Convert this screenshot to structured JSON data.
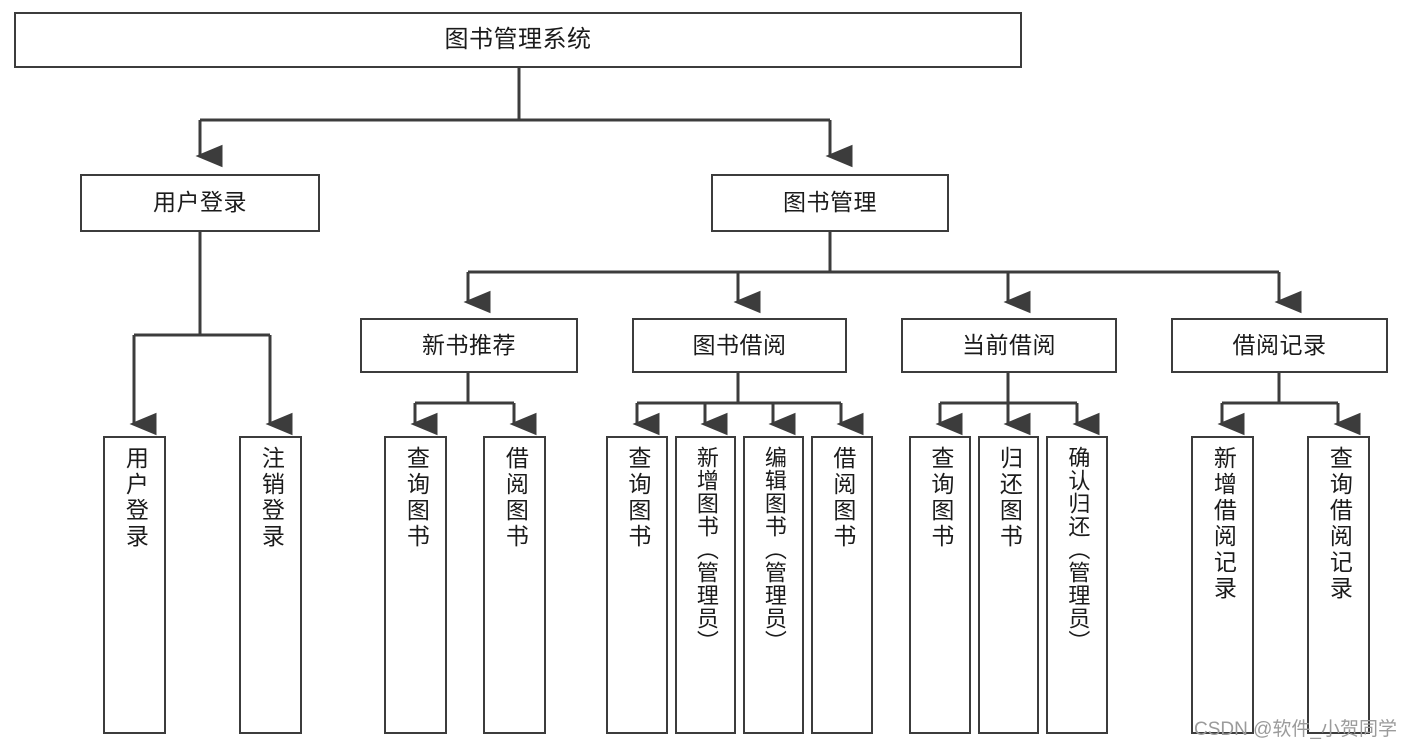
{
  "diagram": {
    "title": "图书管理系统",
    "type": "tree",
    "watermark": "CSDN @软件_小贺同学",
    "colors": {
      "stroke": "#3c3c3c",
      "fill": "#ffffff",
      "text": "#1b1b1b",
      "watermark": "#9b9b9b"
    },
    "nodes": {
      "root": {
        "label": "图书管理系统"
      },
      "level1": [
        {
          "id": "user-login",
          "label": "用户登录"
        },
        {
          "id": "book-manage",
          "label": "图书管理"
        }
      ],
      "level2": [
        {
          "id": "new-book-rec",
          "label": "新书推荐"
        },
        {
          "id": "book-borrow",
          "label": "图书借阅"
        },
        {
          "id": "current-borrow",
          "label": "当前借阅"
        },
        {
          "id": "borrow-record",
          "label": "借阅记录"
        }
      ],
      "leaves": {
        "user_login": [
          {
            "id": "leaf-user-login",
            "label": "用户登录"
          },
          {
            "id": "leaf-logout",
            "label": "注销登录"
          }
        ],
        "new_book_rec": [
          {
            "id": "leaf-query-book-1",
            "label": "查询图书"
          },
          {
            "id": "leaf-borrow-book-1",
            "label": "借阅图书"
          }
        ],
        "book_borrow": [
          {
            "id": "leaf-query-book-2",
            "label": "查询图书"
          },
          {
            "id": "leaf-add-book",
            "label": "新增图书（管理员）"
          },
          {
            "id": "leaf-edit-book",
            "label": "编辑图书（管理员）"
          },
          {
            "id": "leaf-borrow-book-2",
            "label": "借阅图书"
          }
        ],
        "current_borrow": [
          {
            "id": "leaf-query-book-3",
            "label": "查询图书"
          },
          {
            "id": "leaf-return-book",
            "label": "归还图书"
          },
          {
            "id": "leaf-confirm-return",
            "label": "确认归还（管理员）"
          }
        ],
        "borrow_record": [
          {
            "id": "leaf-add-record",
            "label": "新增借阅记录"
          },
          {
            "id": "leaf-query-record",
            "label": "查询借阅记录"
          }
        ]
      }
    }
  }
}
